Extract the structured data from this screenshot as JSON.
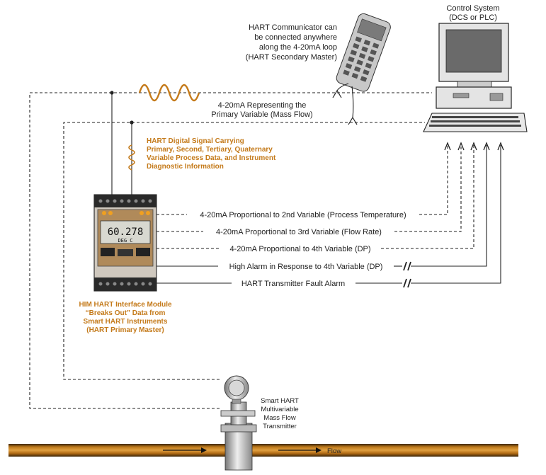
{
  "labels": {
    "control_system_line1": "Control System",
    "control_system_line2": "(DCS or PLC)",
    "communicator": [
      "HART Communicator can",
      "be connected anywhere",
      "along the 4-20mA loop",
      "(HART Secondary Master)"
    ],
    "loop_signal": [
      "4-20mA Representing the",
      "Primary Variable (Mass Flow)"
    ],
    "digital_signal": [
      "HART Digital Signal Carrying",
      "Primary, Second, Tertiary, Quaternary",
      "Variable Process Data, and Instrument",
      "Diagnostic Information"
    ],
    "him_module": [
      "HIM HART Interface Module",
      "“Breaks Out” Data from",
      "Smart HART Instruments",
      "(HART Primary Master)"
    ],
    "transmitter": [
      "Smart HART",
      "Multivariable",
      "Mass Flow",
      "Transmitter"
    ],
    "flow": "Flow"
  },
  "outputs": [
    "4-20mA Proportional to 2nd Variable (Process Temperature)",
    "4-20mA Proportional to 3rd Variable (Flow Rate)",
    "4-20mA Proportional to 4th Variable (DP)",
    "High Alarm in Response to 4th Variable (DP)",
    "HART Transmitter Fault Alarm"
  ],
  "module_display": {
    "value": "60.278",
    "units": "DEG C"
  },
  "colors": {
    "orange_text": "#c47a1a",
    "pipe": "#b8741a",
    "module_body": "#c9c2b8"
  }
}
